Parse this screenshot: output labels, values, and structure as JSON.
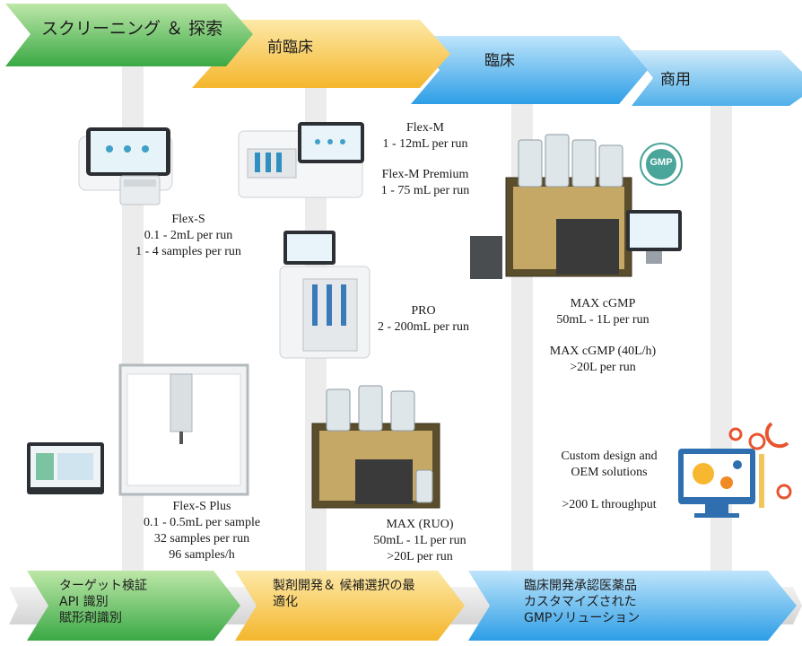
{
  "stages": [
    {
      "label": "スクリーニング ＆ 探索",
      "color": "#5cb85c"
    },
    {
      "label": "前臨床",
      "color": "#f6c244"
    },
    {
      "label": "臨床",
      "color": "#3ea7e8"
    },
    {
      "label": "商用",
      "color": "#3ea7e8"
    }
  ],
  "products": {
    "flex_m": {
      "name": "Flex-M",
      "spec": "1 - 12mL per run"
    },
    "flex_m_premium": {
      "name": "Flex-M Premium",
      "spec": "1 - 75 mL per run"
    },
    "flex_s": {
      "name": "Flex-S",
      "spec1": "0.1 - 2mL per run",
      "spec2": "1 - 4 samples per run"
    },
    "pro": {
      "name": "PRO",
      "spec": "2 - 200mL per run"
    },
    "max_cgmp": {
      "name": "MAX cGMP",
      "spec": "50mL - 1L per run"
    },
    "max_cgmp_40": {
      "name": "MAX cGMP (40L/h)",
      "spec": ">20L per run"
    },
    "flex_s_plus": {
      "name": "Flex-S Plus",
      "spec1": "0.1 - 0.5mL per sample",
      "spec2": "32 samples per run",
      "spec3": "96 samples/h"
    },
    "max_ruo": {
      "name": "MAX (RUO)",
      "spec1": "50mL - 1L per run",
      "spec2": ">20L per run"
    },
    "custom": {
      "line1": "Custom design and",
      "line2": "OEM solutions",
      "line3": ">200 L throughput"
    }
  },
  "gmp_badge": "GMP",
  "bottom": {
    "col1": [
      "ターゲット検証",
      "API 識別",
      "賦形剤識別"
    ],
    "col2": [
      "製剤開発＆ 候補選択の最",
      "適化"
    ],
    "col3": [
      "臨床開発承認医薬品",
      "カスタマイズされた",
      "GMPソリューション"
    ]
  }
}
